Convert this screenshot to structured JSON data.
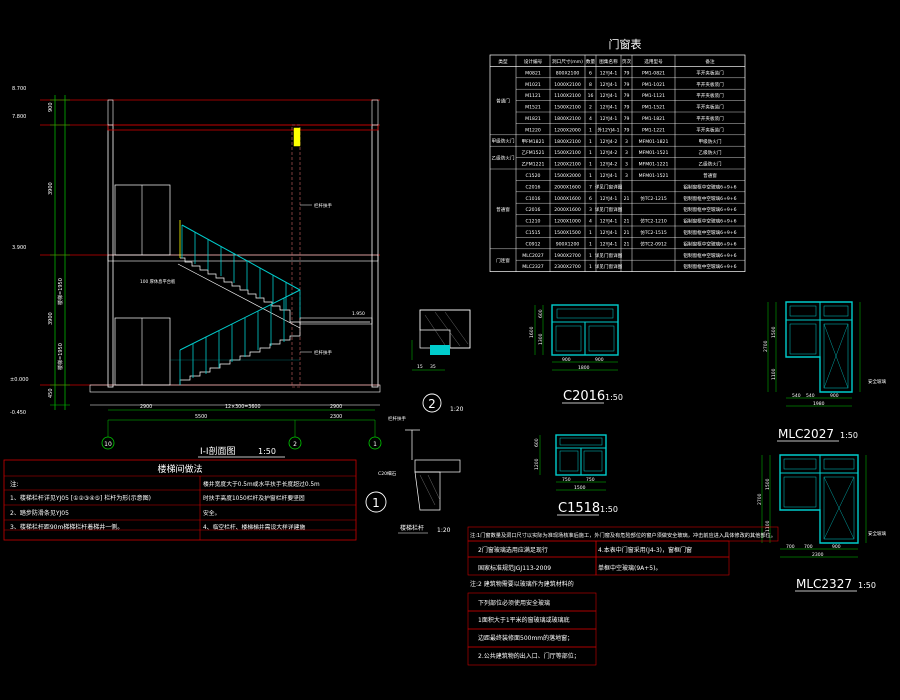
{
  "section": {
    "title": "Ⅰ-Ⅰ剖面图",
    "scale": "1:50",
    "levels": [
      "8.700",
      "7.800",
      "3.900",
      "±0.000",
      "-0.450"
    ],
    "left_dims": [
      "900",
      "3900",
      "3900",
      "450"
    ],
    "left_dims_b": [
      "楼梯=1950",
      "楼梯=1950"
    ],
    "bottom_dims_top": [
      "2900",
      "12×300=3600",
      "2900"
    ],
    "bottom_dims_bottom": [
      "5500",
      "2300"
    ],
    "axes": [
      "10",
      "2",
      "1"
    ],
    "notes": [
      "栏杆扶手",
      "栏杆扶手"
    ],
    "note_landing": "100 厚休息平台板",
    "landing_level": "1.950"
  },
  "details": {
    "detail2_num": "2",
    "detail2_scale": "1:20",
    "detail2_dims": [
      "15",
      "35"
    ],
    "detail1_num": "1",
    "detail1_scale": "1:20",
    "detail1_label": "C20细石",
    "detail1_label2": "栏杆扶手",
    "detail1_caption": "楼梯栏杆"
  },
  "stair_notes": {
    "title": "楼梯间做法",
    "header": "注:",
    "rows": [
      [
        "1、楼梯栏杆详见YJ05 [①②③④⑤] 栏杆为形(示意图)",
        "楼井宽度大于0.5m或水平扶手长度超过0.5m"
      ],
      [
        "2、踏步防滑条见YJ05",
        "时扶手高度1050栏杆及护窗栏杆要坚固"
      ],
      [
        "3、楼梯栏杆距90m梯梯栏杆着梯井一侧。",
        "4、临空栏杆、楼梯梯井需设大样详建施"
      ]
    ],
    "row_extra": [
      "",
      "安全。",
      ""
    ]
  },
  "door_table": {
    "title": "门窗表",
    "headers": [
      "类型",
      "设计编号",
      "洞口尺寸(mm)",
      "数量",
      "图集名称",
      "页次",
      "选用型号",
      "备注"
    ],
    "groups": [
      {
        "name": "普通门",
        "rows": [
          [
            "M0821",
            "800X2100",
            "6",
            "12YJ4-1",
            "79",
            "PM1-0821",
            "平开夹板装门"
          ],
          [
            "M1021",
            "1000X2100",
            "8",
            "12YJ4-1",
            "79",
            "PM1-1021",
            "平开夹板装门"
          ],
          [
            "M1121",
            "1100X2100",
            "16",
            "12YJ4-1",
            "79",
            "PM1-1121",
            "平开夹板装门"
          ],
          [
            "M1521",
            "1500X2100",
            "2",
            "12YJ4-1",
            "79",
            "PM1-1521",
            "平开夹板装门"
          ],
          [
            "M1821",
            "1800X2100",
            "4",
            "12YJ4-1",
            "79",
            "PM1-1821",
            "平开夹板装门"
          ],
          [
            "M1220",
            "1200X2000",
            "1",
            "外12YJ4-1",
            "79",
            "PM1-1221",
            "平开夹板装门"
          ]
        ]
      },
      {
        "name": "甲级防火门",
        "rows": [
          [
            "甲FM1821",
            "1800X2100",
            "1",
            "12YJ4-2",
            "3",
            "MFM01-1821",
            "甲级防火门"
          ]
        ]
      },
      {
        "name": "乙级防火门",
        "rows": [
          [
            "乙FM1521",
            "1500X2100",
            "1",
            "12YJ4-2",
            "3",
            "MFM01-1521",
            "乙级防火门"
          ],
          [
            "乙FM1221",
            "1200X2100",
            "1",
            "12YJ4-2",
            "3",
            "MFM01-1221",
            "乙级防火门"
          ]
        ]
      },
      {
        "name": "普通窗",
        "rows": [
          [
            "C1520",
            "1500X2000",
            "1",
            "12YJ4-1",
            "3",
            "MFM01-1521",
            "普通窗"
          ],
          [
            "C2016",
            "2000X1600",
            "7",
            "详见门窗详图",
            "",
            "",
            "铝制窗框中空玻璃6+9+6"
          ],
          [
            "C1016",
            "1000X1600",
            "6",
            "12YJ4-1",
            "21",
            "仿TC2-1215",
            "铝制窗框中空玻璃6+9+6"
          ],
          [
            "C2016",
            "2000X1600",
            "3",
            "详见门窗详图",
            "",
            "",
            "铝制窗框中空玻璃6+9+6"
          ],
          [
            "C1210",
            "1200X1000",
            "4",
            "12YJ4-1",
            "21",
            "仿TC2-1210",
            "铝制窗框中空玻璃6+9+6"
          ],
          [
            "C1515",
            "1500X1500",
            "1",
            "12YJ4-1",
            "21",
            "仿TC2-1515",
            "铝制窗框中空玻璃6+9+6"
          ],
          [
            "C0912",
            "900X1200",
            "1",
            "12YJ4-1",
            "21",
            "仿TC2-0912",
            "铝制窗框中空玻璃6+9+6"
          ]
        ]
      },
      {
        "name": "门连窗",
        "rows": [
          [
            "MLC2027",
            "1900X2700",
            "1",
            "详见门窗详图",
            "",
            "",
            "铝制窗框中空玻璃6+9+6"
          ],
          [
            "MLC2327",
            "2300X2700",
            "1",
            "详见门窗详图",
            "",
            "",
            "铝制窗框中空玻璃6+9+6"
          ]
        ]
      }
    ]
  },
  "windows": {
    "c2016": {
      "label": "C2016",
      "scale": "1:50",
      "dims_h": [
        "900",
        "900"
      ],
      "dim_total": "1800",
      "dims_v": [
        "600",
        "1300"
      ],
      "dim_total_v": "1600"
    },
    "c1518": {
      "label": "C1518",
      "scale": "1:50",
      "dims_h": [
        "750",
        "750"
      ],
      "dim_total": "1500",
      "dims_v": [
        "600",
        "1200"
      ]
    },
    "mlc2027": {
      "label": "MLC2027",
      "scale": "1:50",
      "dims_h": [
        "540",
        "540",
        "900"
      ],
      "dim_total": "1980",
      "dims_v": [
        "2700",
        "1500",
        "1100"
      ],
      "note": "安全玻璃"
    },
    "mlc2327": {
      "label": "MLC2327",
      "scale": "1:50",
      "dims_h": [
        "700",
        "700",
        "900"
      ],
      "dim_total": "2300",
      "dims_v": [
        "2700",
        "1500",
        "1100"
      ],
      "note": "安全玻璃"
    }
  },
  "door_notes": {
    "line1": "注:1门窗数量及洞口尺寸以实际为准现场核准后施工，外门窗及有危险部位的窗户须做安全玻璃，冲击前应进入具体修改的其他部位。",
    "line2a": "2门窗玻璃选用应满足现行",
    "line2b": "4.本表中门窗采用(J4-3)，窗框门窗",
    "line3a": "国家标准规范JGJ113-2009",
    "line3b": "单框中空玻璃(9A+5)。",
    "line4": "注:2 建筑物需要以玻璃作为建筑材料的",
    "line5": "下列部位必须使用安全玻璃",
    "line6": "1面积大于1平米的窗玻璃或玻璃底",
    "line7": "边距最终装修面500mm的落地窗；",
    "line8": "2.公共建筑物的出入口、门厅等部位；"
  }
}
